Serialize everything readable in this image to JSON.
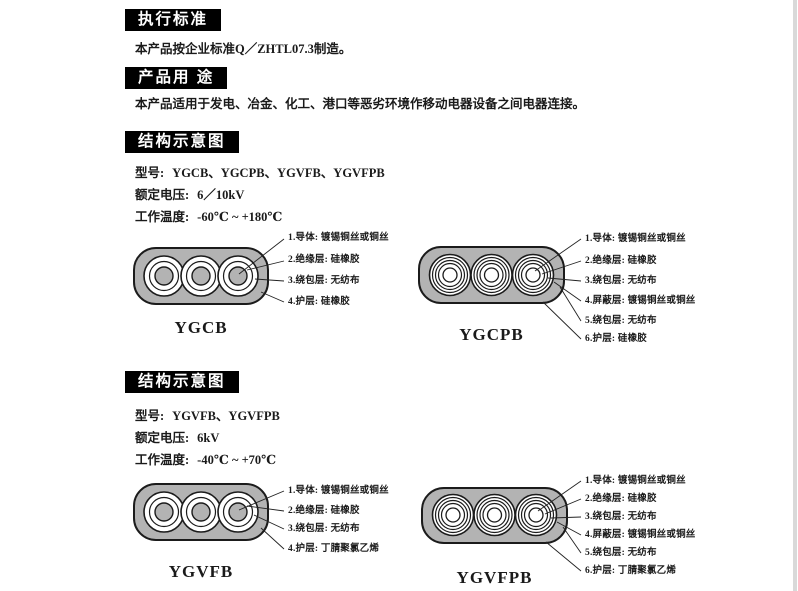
{
  "sections": {
    "standard": {
      "header": "执行标准",
      "body": "本产品按企业标准Q／ZHTL07.3制造。"
    },
    "usage": {
      "header": "产品用 途",
      "body": "本产品适用于发电、冶金、化工、港口等恶劣环境作移动电器设备之间电器连接。"
    },
    "structure1": {
      "header": "结构示意图",
      "specs": [
        {
          "label": "型号:",
          "value": "YGCB、YGCPB、YGVFB、YGVFPB"
        },
        {
          "label": "额定电压:",
          "value": "6／10kV"
        },
        {
          "label": "工作温度:",
          "value": "-60℃ ~ +180℃"
        }
      ]
    },
    "structure2": {
      "header": "结构示意图",
      "specs": [
        {
          "label": "型号:",
          "value": "YGVFB、YGVFPB"
        },
        {
          "label": "额定电压:",
          "value": "6kV"
        },
        {
          "label": "工作温度:",
          "value": "-40℃ ~ +70℃"
        }
      ]
    }
  },
  "diagrams": [
    {
      "caption": "YGCB",
      "layers": [
        "1.导体: 镀锡铜丝或铜丝",
        "2.绝缘层: 硅橡胶",
        "3.绕包层: 无纺布",
        "4.护层: 硅橡胶"
      ]
    },
    {
      "caption": "YGCPB",
      "layers": [
        "1.导体: 镀锡铜丝或铜丝",
        "2.绝缘层: 硅橡胶",
        "3.绕包层: 无纺布",
        "4.屏蔽层: 镀锡铜丝或铜丝",
        "5.绕包层: 无纺布",
        "6.护层: 硅橡胶"
      ]
    },
    {
      "caption": "YGVFB",
      "layers": [
        "1.导体: 镀锡铜丝或铜丝",
        "2.绝缘层: 硅橡胶",
        "3.绕包层: 无纺布",
        "4.护层: 丁腈聚氯乙烯"
      ]
    },
    {
      "caption": "YGVFPB",
      "layers": [
        "1.导体: 镀锡铜丝或铜丝",
        "2.绝缘层: 硅橡胶",
        "3.绕包层: 无纺布",
        "4.屏蔽层: 镀锡铜丝或铜丝",
        "5.绕包层: 无纺布",
        "6.护层: 丁腈聚氯乙烯"
      ]
    }
  ],
  "colors": {
    "header_bg": "#000000",
    "header_shadow": "#8f8f8f",
    "header_text": "#ffffff",
    "cable_body_gray": "#b3b3b3",
    "outline_black": "#1b1b1b",
    "page_edge_gray": "#d9d9d9"
  }
}
